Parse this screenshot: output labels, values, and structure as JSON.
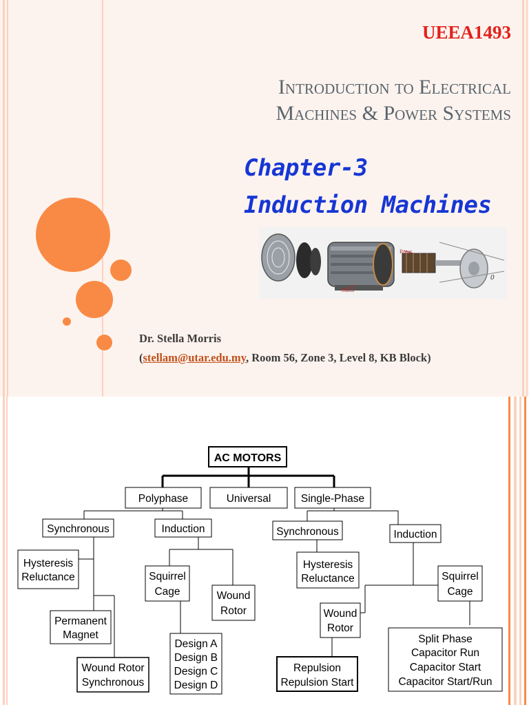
{
  "slide1": {
    "course_code": "UEEA1493",
    "title_line1": "Introduction to Electrical",
    "title_line2": "Machines & Power Systems",
    "chapter_line1": "Chapter-3",
    "chapter_line2": "Induction Machines",
    "image": {
      "label_rotor": "Rotor",
      "label_stator": "Stator",
      "label_o": "0"
    },
    "author_name": "Dr. Stella Morris",
    "contact_open": "(",
    "contact_email": "stellam@utar.edu.my",
    "contact_rest": ", Room 56, Zone 3, Level 8, KB Block)",
    "colors": {
      "accent": "#f98a45",
      "code": "#e2211c",
      "chapter": "#1636d4",
      "email": "#c0501a"
    }
  },
  "diagram": {
    "root": "AC MOTORS",
    "polyphase": "Polyphase",
    "universal": "Universal",
    "single_phase": "Single-Phase",
    "poly_sync": "Synchronous",
    "poly_induction": "Induction",
    "poly_hysteresis": [
      "Hysteresis",
      "Reluctance"
    ],
    "poly_permanent": [
      "Permanent",
      "Magnet"
    ],
    "poly_wound_sync": [
      "Wound Rotor",
      "Synchronous"
    ],
    "poly_squirrel": [
      "Squirrel",
      "Cage"
    ],
    "poly_wound": [
      "Wound",
      "Rotor"
    ],
    "poly_designs": [
      "Design A",
      "Design B",
      "Design C",
      "Design D"
    ],
    "single_sync": "Synchronous",
    "single_induction": "Induction",
    "single_hysteresis": [
      "Hysteresis",
      "Reluctance"
    ],
    "single_squirrel": [
      "Squirrel",
      "Cage"
    ],
    "single_wound": [
      "Wound",
      "Rotor"
    ],
    "single_repulsion": [
      "Repulsion",
      "Repulsion Start"
    ],
    "single_split": [
      "Split Phase",
      "Capacitor Run",
      "Capacitor Start",
      "Capacitor Start/Run"
    ]
  }
}
